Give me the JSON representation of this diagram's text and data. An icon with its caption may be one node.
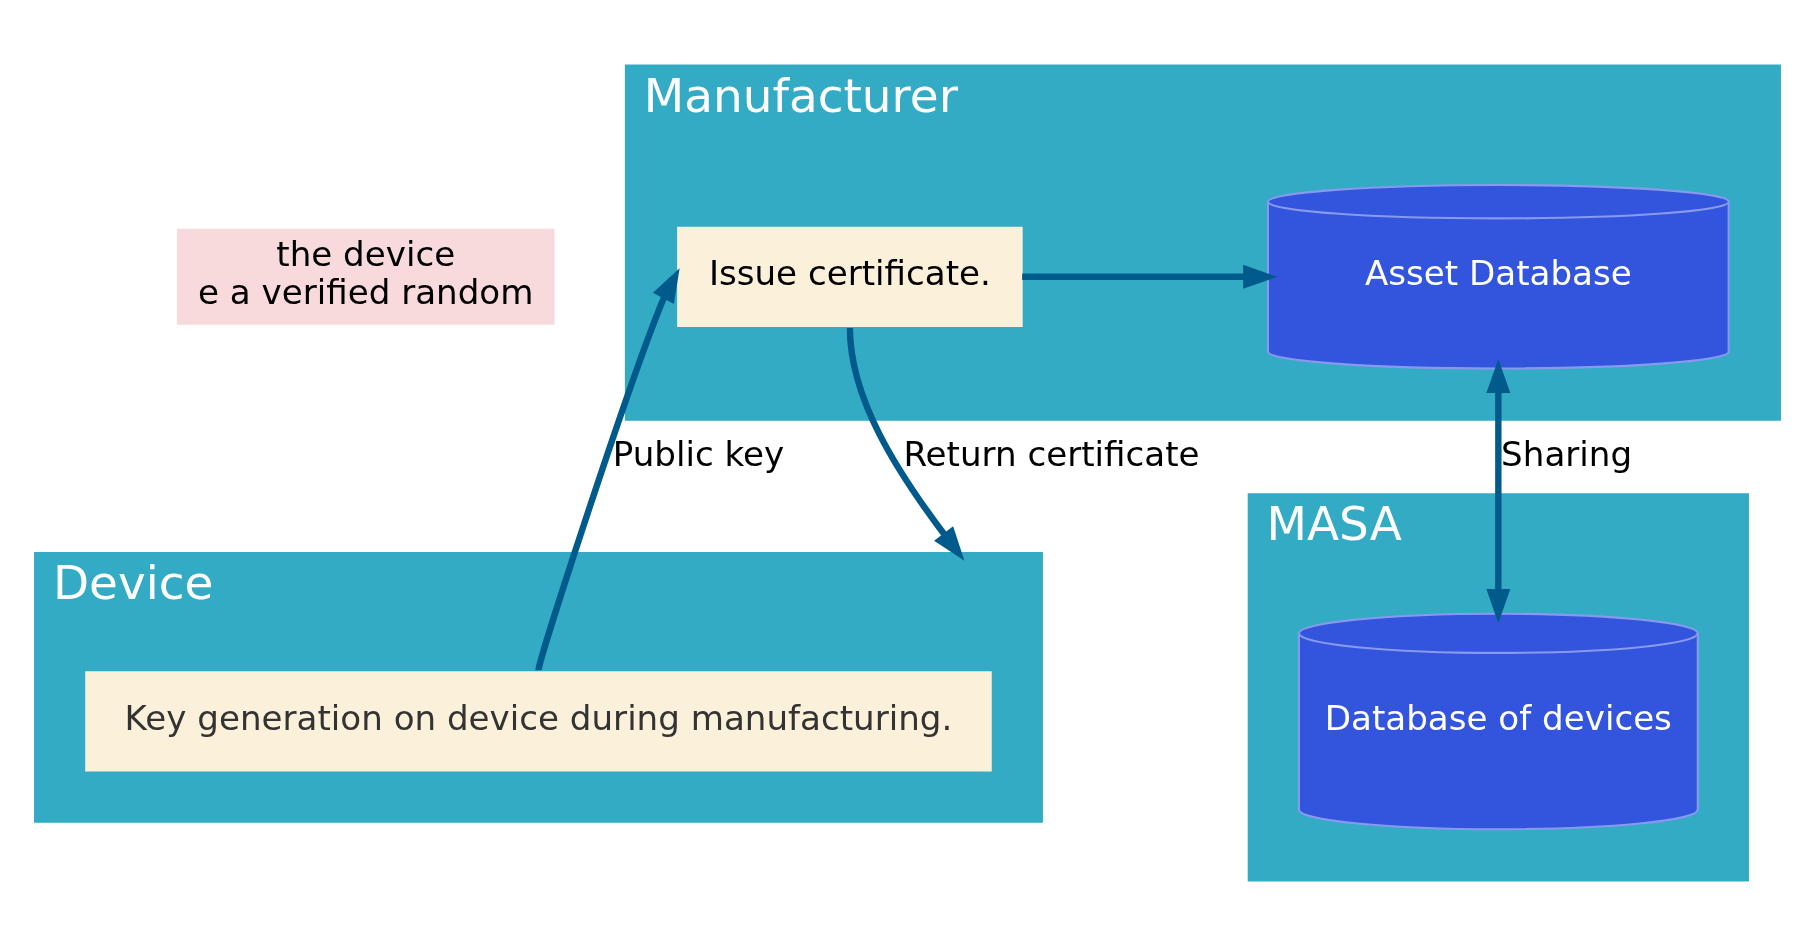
{
  "diagram": {
    "nodes": [
      {
        "text": [
          "the device",
          "e a verified random"
        ]
      },
      {
        "text": [
          "Manufacturer"
        ]
      },
      {
        "text": [
          "Issue certificate."
        ],
        "in": 1
      },
      {
        "text": [
          "Asset Database"
        ],
        "in": 1
      },
      {
        "text": [
          "Device"
        ]
      },
      {
        "text": [
          "Key generation on device during manufacturing."
        ],
        "in": 4
      },
      {
        "text": [
          "MASA"
        ]
      },
      {
        "text": [
          "Database of devices"
        ],
        "in": 6
      }
    ],
    "edges": [
      {
        "from": 5,
        "to": 2,
        "arrow": "to",
        "label": "Public key"
      },
      {
        "from": 2,
        "to": 4,
        "arrow": "to",
        "label": "Return certificate"
      },
      {
        "from": 2,
        "to": 3,
        "arrow": "to"
      },
      {
        "from": 3,
        "to": 7,
        "arrow": "both",
        "label": "Sharing"
      }
    ]
  }
}
